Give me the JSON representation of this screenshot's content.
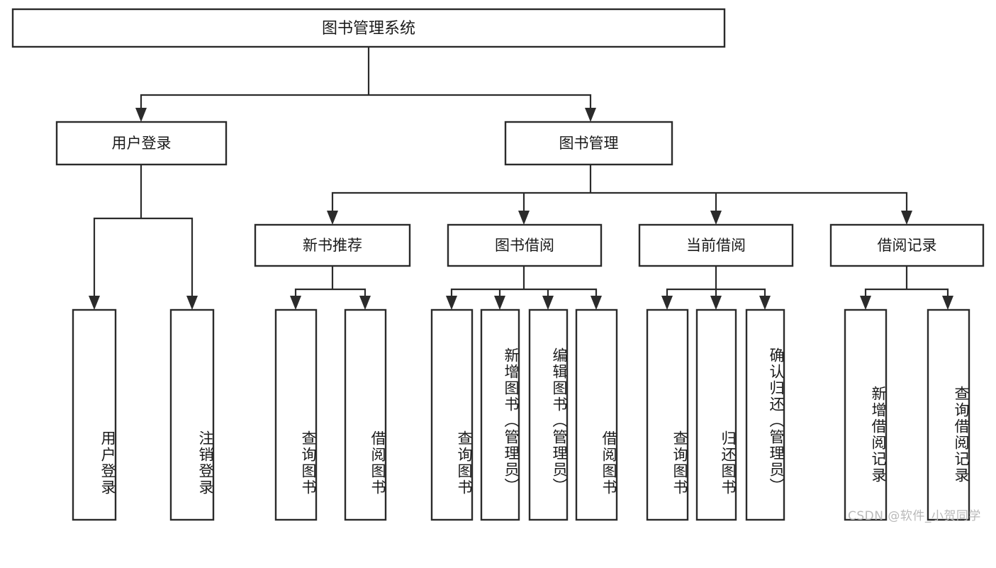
{
  "diagram": {
    "type": "tree",
    "orientation": "top-down",
    "background_color": "#ffffff",
    "box_fill": "#ffffff",
    "box_stroke": "#2b2b2b",
    "text_color": "#1a1a1a",
    "root": {
      "id": "root",
      "label": "图书管理系统"
    },
    "level2": [
      {
        "id": "user-login",
        "label": "用户登录"
      },
      {
        "id": "book-manage",
        "label": "图书管理"
      }
    ],
    "level3": [
      {
        "id": "new-book-recommend",
        "label": "新书推荐",
        "parent": "book-manage"
      },
      {
        "id": "book-borrow",
        "label": "图书借阅",
        "parent": "book-manage"
      },
      {
        "id": "current-borrow",
        "label": "当前借阅",
        "parent": "book-manage"
      },
      {
        "id": "borrow-record",
        "label": "借阅记录",
        "parent": "book-manage"
      }
    ],
    "leaves": [
      {
        "id": "leaf-user-login",
        "label": "用户登录",
        "parent": "user-login"
      },
      {
        "id": "leaf-logout-login",
        "label": "注销登录",
        "parent": "user-login"
      },
      {
        "id": "leaf-query-book-1",
        "label": "查询图书",
        "parent": "new-book-recommend"
      },
      {
        "id": "leaf-borrow-book-1",
        "label": "借阅图书",
        "parent": "new-book-recommend"
      },
      {
        "id": "leaf-query-book-2",
        "label": "查询图书",
        "parent": "book-borrow"
      },
      {
        "id": "leaf-add-book",
        "label": "新增图书（管理员）",
        "parent": "book-borrow"
      },
      {
        "id": "leaf-edit-book",
        "label": "编辑图书（管理员）",
        "parent": "book-borrow"
      },
      {
        "id": "leaf-borrow-book-2",
        "label": "借阅图书",
        "parent": "book-borrow"
      },
      {
        "id": "leaf-query-book-3",
        "label": "查询图书",
        "parent": "current-borrow"
      },
      {
        "id": "leaf-return-book",
        "label": "归还图书",
        "parent": "current-borrow"
      },
      {
        "id": "leaf-confirm-return",
        "label": "确认归还（管理员）",
        "parent": "current-borrow"
      },
      {
        "id": "leaf-add-record",
        "label": "新增借阅记录",
        "parent": "borrow-record"
      },
      {
        "id": "leaf-query-record",
        "label": "查询借阅记录",
        "parent": "borrow-record"
      }
    ]
  },
  "watermark": {
    "text": "CSDN @软件_小贺同学",
    "color": "#b9b9b9"
  }
}
